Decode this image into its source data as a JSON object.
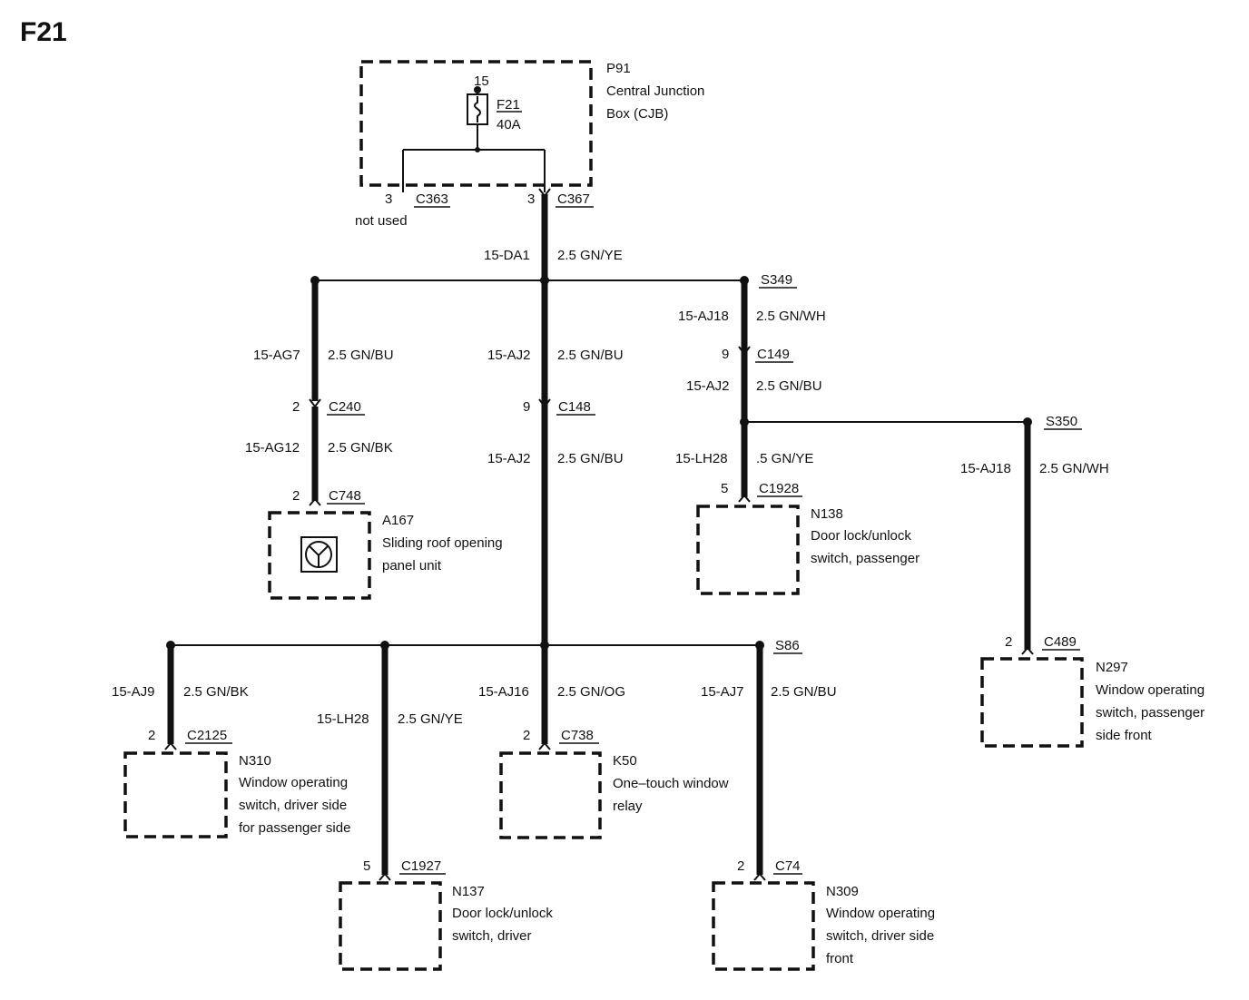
{
  "title": "F21",
  "cjb": {
    "ref": "P91",
    "name_line1": "Central Junction",
    "name_line2": "Box (CJB)",
    "fuse_pin": "15",
    "fuse_name": "F21",
    "fuse_rating": "40A"
  },
  "c363": {
    "pin": "3",
    "connector": "C363",
    "note": "not used"
  },
  "c367": {
    "pin": "3",
    "connector": "C367"
  },
  "main_wire": {
    "circuit": "15-DA1",
    "spec": "2.5 GN/YE"
  },
  "splices": {
    "s349": "S349",
    "s350": "S350",
    "s86": "S86"
  },
  "left_branch": {
    "w1_circuit": "15-AG7",
    "w1_spec": "2.5 GN/BU",
    "c1_pin": "2",
    "c1": "C240",
    "w2_circuit": "15-AG12",
    "w2_spec": "2.5 GN/BK",
    "c2_pin": "2",
    "c2": "C748",
    "comp_ref": "A167",
    "comp_line1": "Sliding roof opening",
    "comp_line2": "panel unit"
  },
  "center_branch": {
    "w1_circuit": "15-AJ2",
    "w1_spec": "2.5 GN/BU",
    "c1_pin": "9",
    "c1": "C148",
    "w2_circuit": "15-AJ2",
    "w2_spec": "2.5 GN/BU"
  },
  "right_branch": {
    "w1_circuit": "15-AJ18",
    "w1_spec": "2.5 GN/WH",
    "c1_pin": "9",
    "c1": "C149",
    "w2_circuit": "15-AJ2",
    "w2_spec": "2.5 GN/BU",
    "w3_circuit": "15-LH28",
    "w3_spec": ".5 GN/YE",
    "c2_pin": "5",
    "c2": "C1928",
    "comp_ref": "N138",
    "comp_line1": "Door lock/unlock",
    "comp_line2": "switch, passenger"
  },
  "far_right_branch": {
    "w_circuit": "15-AJ18",
    "w_spec": "2.5 GN/WH",
    "c_pin": "2",
    "c": "C489",
    "comp_ref": "N297",
    "comp_line1": "Window operating",
    "comp_line2": "switch, passenger",
    "comp_line3": "side front"
  },
  "bottom": {
    "n310": {
      "circuit": "15-AJ9",
      "spec": "2.5 GN/BK",
      "pin": "2",
      "connector": "C2125",
      "ref": "N310",
      "line1": "Window operating",
      "line2": "switch, driver side",
      "line3": "for passenger side"
    },
    "n137": {
      "circuit": "15-LH28",
      "spec": "2.5 GN/YE",
      "pin": "5",
      "connector": "C1927",
      "ref": "N137",
      "line1": "Door lock/unlock",
      "line2": "switch, driver"
    },
    "k50": {
      "circuit": "15-AJ16",
      "spec": "2.5 GN/OG",
      "pin": "2",
      "connector": "C738",
      "ref": "K50",
      "line1": "One–touch window",
      "line2": "relay"
    },
    "n309": {
      "circuit": "15-AJ7",
      "spec": "2.5 GN/BU",
      "pin": "2",
      "connector": "C74",
      "ref": "N309",
      "line1": "Window operating",
      "line2": "switch, driver side",
      "line3": "front"
    }
  }
}
